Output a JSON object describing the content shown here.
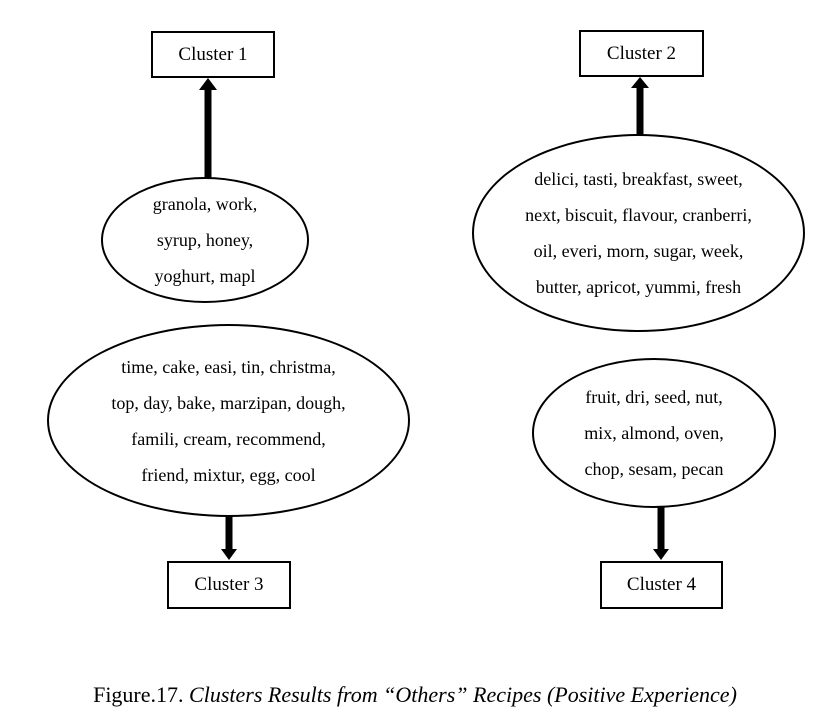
{
  "clusters": {
    "c1": {
      "label": "Cluster 1",
      "words": [
        "granola, work,",
        "syrup, honey,",
        "yoghurt, mapl"
      ]
    },
    "c2": {
      "label": "Cluster 2",
      "words": [
        "delici, tasti, breakfast, sweet,",
        "next, biscuit, flavour, cranberri,",
        "oil, everi, morn, sugar, week,",
        "butter, apricot, yummi, fresh"
      ]
    },
    "c3": {
      "label": "Cluster 3",
      "words": [
        "time, cake, easi, tin, christma,",
        "top, day, bake, marzipan, dough,",
        "famili, cream, recommend,",
        "friend, mixtur, egg, cool"
      ]
    },
    "c4": {
      "label": "Cluster 4",
      "words": [
        "fruit, dri, seed, nut,",
        "mix, almond, oven,",
        "chop, sesam, pecan"
      ]
    }
  },
  "caption": {
    "prefix": "Figure.17. ",
    "title": "Clusters Results from “Others” Recipes (Positive Experience)"
  }
}
